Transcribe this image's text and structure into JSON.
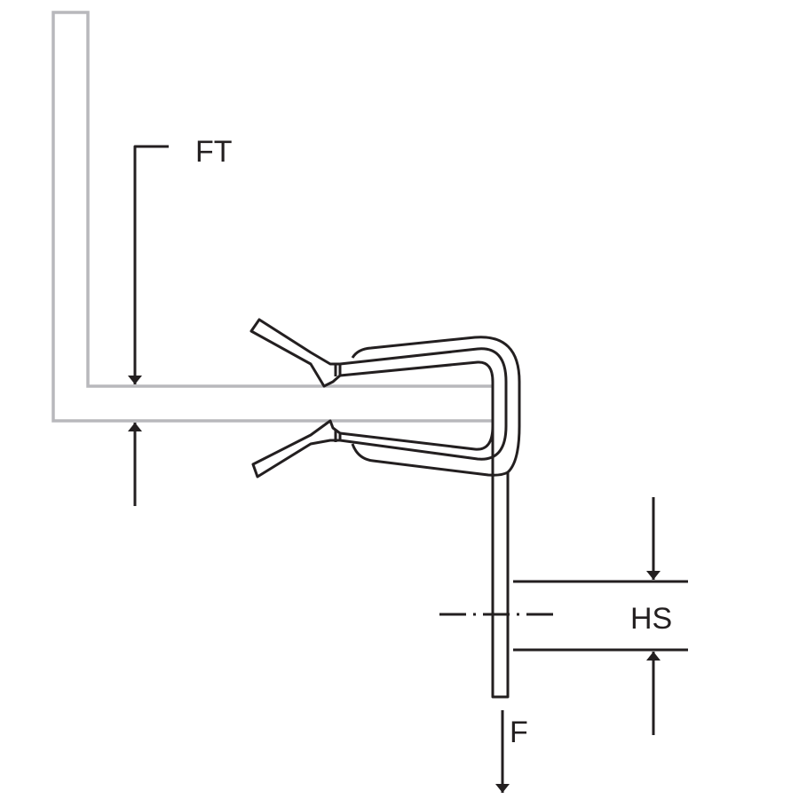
{
  "diagram": {
    "labels": {
      "flange_thickness": "FT",
      "hole_spacing": "HS",
      "force": "F"
    },
    "colors": {
      "panel": "#b8b8bc",
      "clip": "#231f20"
    }
  }
}
